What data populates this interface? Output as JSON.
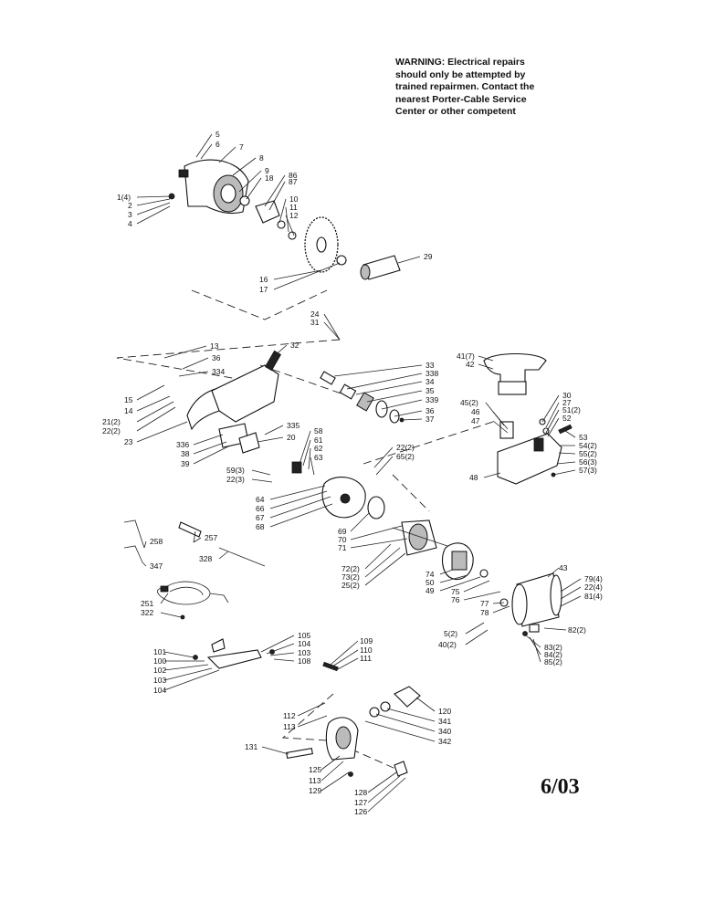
{
  "warning": {
    "lines": [
      "WARNING: Electrical repairs",
      "should only be attempted by",
      "trained repairmen. Contact the",
      "nearest Porter-Cable Service",
      "Center or other competent"
    ]
  },
  "date_label": "6/03",
  "callouts": [
    {
      "text": "5"
    },
    {
      "text": "6"
    },
    {
      "text": "7"
    },
    {
      "text": "8"
    },
    {
      "text": "9"
    },
    {
      "text": "18"
    },
    {
      "text": "86"
    },
    {
      "text": "87"
    },
    {
      "text": "10"
    },
    {
      "text": "11"
    },
    {
      "text": "12"
    },
    {
      "text": "1(4)"
    },
    {
      "text": "2"
    },
    {
      "text": "3"
    },
    {
      "text": "4"
    },
    {
      "text": "29"
    },
    {
      "text": "16"
    },
    {
      "text": "17"
    },
    {
      "text": "24"
    },
    {
      "text": "31"
    },
    {
      "text": "13"
    },
    {
      "text": "32"
    },
    {
      "text": "36"
    },
    {
      "text": "334"
    },
    {
      "text": "15"
    },
    {
      "text": "14"
    },
    {
      "text": "21(2)"
    },
    {
      "text": "22(2)"
    },
    {
      "text": "23"
    },
    {
      "text": "33"
    },
    {
      "text": "338"
    },
    {
      "text": "34"
    },
    {
      "text": "35"
    },
    {
      "text": "339"
    },
    {
      "text": "36"
    },
    {
      "text": "37"
    },
    {
      "text": "41(7)"
    },
    {
      "text": "42"
    },
    {
      "text": "45(2)"
    },
    {
      "text": "46"
    },
    {
      "text": "47"
    },
    {
      "text": "30"
    },
    {
      "text": "27"
    },
    {
      "text": "51(2)"
    },
    {
      "text": "52"
    },
    {
      "text": "53"
    },
    {
      "text": "54(2)"
    },
    {
      "text": "55(2)"
    },
    {
      "text": "56(3)"
    },
    {
      "text": "57(3)"
    },
    {
      "text": "48"
    },
    {
      "text": "336"
    },
    {
      "text": "38"
    },
    {
      "text": "39"
    },
    {
      "text": "335"
    },
    {
      "text": "20"
    },
    {
      "text": "58"
    },
    {
      "text": "61"
    },
    {
      "text": "62"
    },
    {
      "text": "63"
    },
    {
      "text": "22(2)"
    },
    {
      "text": "65(2)"
    },
    {
      "text": "59(3)"
    },
    {
      "text": "22(3)"
    },
    {
      "text": "64"
    },
    {
      "text": "66"
    },
    {
      "text": "67"
    },
    {
      "text": "68"
    },
    {
      "text": "69"
    },
    {
      "text": "70"
    },
    {
      "text": "71"
    },
    {
      "text": "258"
    },
    {
      "text": "257"
    },
    {
      "text": "328"
    },
    {
      "text": "347"
    },
    {
      "text": "72(2)"
    },
    {
      "text": "73(2)"
    },
    {
      "text": "25(2)"
    },
    {
      "text": "74"
    },
    {
      "text": "50"
    },
    {
      "text": "49"
    },
    {
      "text": "75"
    },
    {
      "text": "76"
    },
    {
      "text": "77"
    },
    {
      "text": "78"
    },
    {
      "text": "43"
    },
    {
      "text": "79(4)"
    },
    {
      "text": "22(4)"
    },
    {
      "text": "81(4)"
    },
    {
      "text": "251"
    },
    {
      "text": "322"
    },
    {
      "text": "5(2)"
    },
    {
      "text": "40(2)"
    },
    {
      "text": "82(2)"
    },
    {
      "text": "83(2)"
    },
    {
      "text": "84(2)"
    },
    {
      "text": "85(2)"
    },
    {
      "text": "101"
    },
    {
      "text": "100"
    },
    {
      "text": "102"
    },
    {
      "text": "103"
    },
    {
      "text": "104"
    },
    {
      "text": "105"
    },
    {
      "text": "104"
    },
    {
      "text": "103"
    },
    {
      "text": "108"
    },
    {
      "text": "109"
    },
    {
      "text": "110"
    },
    {
      "text": "111"
    },
    {
      "text": "112"
    },
    {
      "text": "113"
    },
    {
      "text": "120"
    },
    {
      "text": "341"
    },
    {
      "text": "340"
    },
    {
      "text": "342"
    },
    {
      "text": "131"
    },
    {
      "text": "125"
    },
    {
      "text": "113"
    },
    {
      "text": "129"
    },
    {
      "text": "128"
    },
    {
      "text": "127"
    },
    {
      "text": "126"
    }
  ]
}
